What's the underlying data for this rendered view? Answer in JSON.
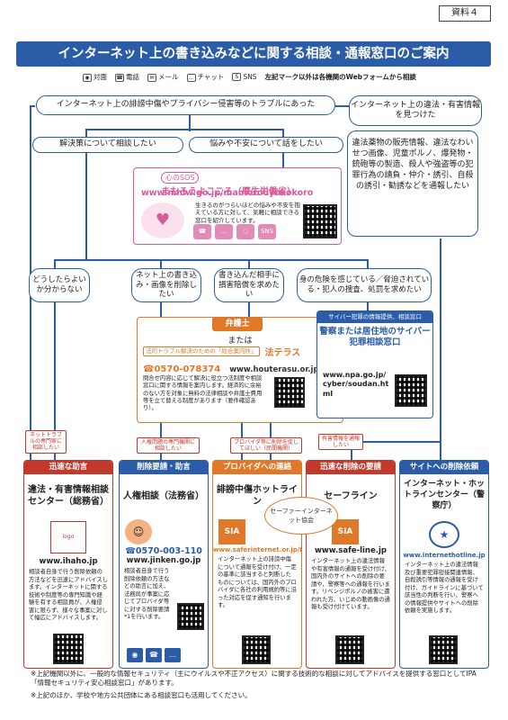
{
  "doc_label": "資料４",
  "title": "インターネット上の書き込みなどに関する相談・通報窓口のご案内",
  "legend": {
    "face": "対面",
    "phone": "電話",
    "mail": "メール",
    "chat": "チャット",
    "sns": "SNS",
    "note": "左記マーク以外は各機関のWebフォームから相談"
  },
  "top": {
    "privacy": "インターネット上の誹謗中傷やプライバシー侵害等のトラブルにあった",
    "illegal": "インターネット上の違法・有害情報を見つけた"
  },
  "mid": {
    "solve": "解決策について相談したい",
    "worry": "悩みや不安について話をしたい"
  },
  "sos": {
    "badge": "心のSOS",
    "name": "まもろうよこころ（厚生労働省）",
    "url": "www.mhlw.go.jp/mamorouyokokoro",
    "desc": "生きるのがつらいほどの悩みや不安を抱えている方に対して、気軽に相談できる窓口を紹介しています。",
    "sns": "SNS"
  },
  "illegal_list": "違法薬物の販売情報、違法なわいせつ画像、児童ポルノ、爆発物・銃砲等の製造、殺人や強盗等の犯罪行為の請負・仲介・誘引、自殺の誘引・勧誘などを通報したい",
  "q": {
    "q1": "どうしたらよいか分からない",
    "q2": "ネット上の書き込み・画像を削除したい",
    "q3": "書き込んだ相手に損害賠償を求めたい",
    "q4": "身の危険を感じている／脅迫されている・犯人の捜査、処罰を求めたい"
  },
  "lawyer": {
    "label": "弁護士",
    "or": "または",
    "houterasu_tag": "法的トラブル解決のための「総合案内所」",
    "houterasu": "法テラス",
    "phone": "0570-078374",
    "url": "www.houterasu.or.jp",
    "desc": "問合せ内容に応じて解決に役立つ法制度や相談窓口に関する情報を案内します。経済的に余裕のない方を対象に無料の法律相談や弁護士費用等を立て替える制度があります（要件確認あり）。"
  },
  "cyber": {
    "tag": "サイバー犯罪の情報提供、相談窓口",
    "name": "警察または居住地のサイバー犯罪相談窓口",
    "url": "www.npa.go.jp/cyber/soudan.html"
  },
  "tags": {
    "t1": "ネットトラブルの専門家に相談したい",
    "t2": "人権問題の専門機関に相談したい",
    "t3": "プロバイダ等に削除を促してほしい（民間機関）",
    "t4": "有害情報を通報したい"
  },
  "cards": [
    {
      "head": "迅速な助言",
      "name": "違法・有害情報相談センター（総務省）",
      "url": "www.ihaho.jp",
      "desc": "相談者自身で行う削除依頼の方法などを迅速にアドバイスします。インターネットに関する技術や制度等の専門知識や経験を有する相談員が、人権侵害に限らず、様々な事案に対して幅広にアドバイスします。"
    },
    {
      "head": "削除要請・助言",
      "name": "人権相談（法務省）",
      "phone": "0570-003-110",
      "url": "www.jinken.go.jp",
      "desc": "相談者自身で行う削除依頼の方法などの助言に加え、法務局が事案に応じてプロバイダ等に対する削除要請*1を行います。"
    },
    {
      "head": "プロバイダへの連絡",
      "name": "誹謗中傷ホットライン",
      "url": "www.saferinternet.or.jp/bullying/",
      "desc": "インターネット上の誹謗中傷について通報を受け付け、一定の基準に該当すると判断したものについては、国内外のプロバイダに各社の利用規約等に沿った対応を促す通知を行います。"
    },
    {
      "head": "迅速な削除の要請",
      "name": "セーフライン",
      "url": "www.safe-line.jp",
      "desc": "インターネット上の違法情報や有害情報の通報を受け付け、国内外のサイトへの削除の要請や、警察等への通報を行います。リベンジポルノの被害に遭われた方、いじめの動画像の通報も受け付けています。"
    },
    {
      "head": "サイトへの削除依頼",
      "name": "インターネット・ホットラインセンター（警察庁）",
      "url": "www.internethotline.jp",
      "desc": "インターネット上の違法情報及び重要犯罪密接関連情報、自殺誘引等情報の通報を受け付け、ガイドラインに基づいて該当性の判断を行い、警察への情報提供やサイトへの削除依頼を実施します。"
    }
  ],
  "safer": "セーファーインターネット協会",
  "notes": [
    "※上記機関以外に、一般的な情報セキュリティ（主にウイルスや不正アクセス）に関する技術的な相談に対してアドバイスを提供する窓口としてIPA「情報セキュリティ安心相談窓口」があります。",
    "※上記のほか、学校や地方公共団体にある相談窓口も活用してください。"
  ],
  "colors": {
    "blue": "#2a5ca8",
    "pink": "#d85a9a",
    "orange": "#e0782a",
    "red": "#c0392b"
  }
}
